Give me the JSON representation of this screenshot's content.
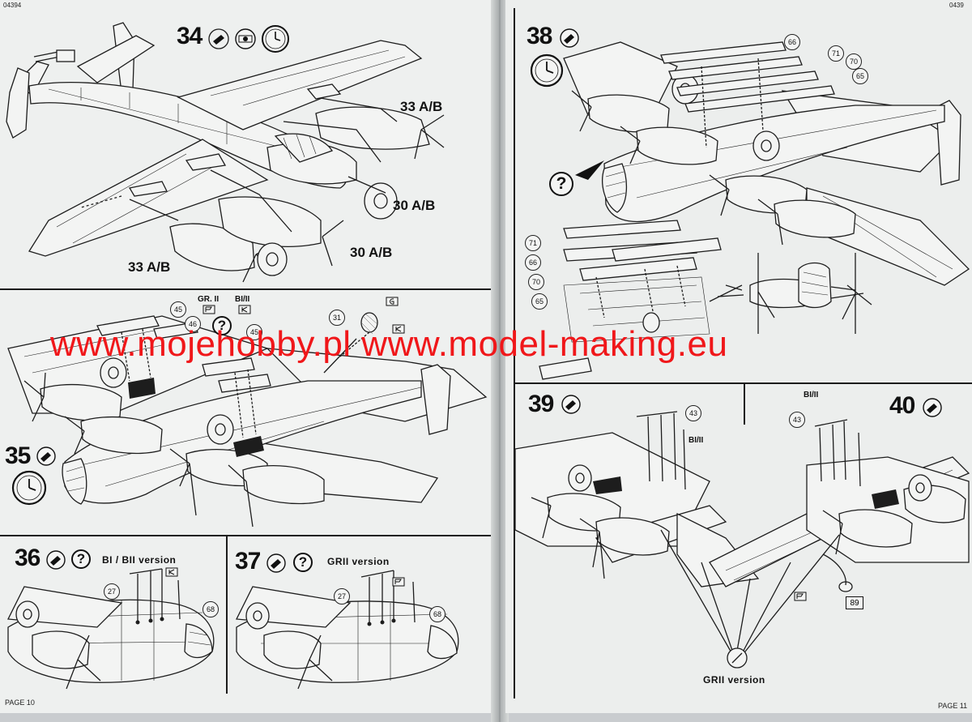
{
  "header": {
    "catalog_number": "04394",
    "catalog_number_right": "0439"
  },
  "pages": {
    "left_label": "PAGE 10",
    "right_label": "PAGE 11"
  },
  "watermark": {
    "text": "www.mojehobby.pl www.model-making.eu",
    "color": "#f0171a"
  },
  "steps": {
    "s34": {
      "number": "34",
      "labels": [
        "33 A/B",
        "30 A/B",
        "30 A/B",
        "33 A/B"
      ]
    },
    "s35": {
      "number": "35",
      "tags": [
        "GR. II",
        "BI/II"
      ],
      "callouts": [
        "45",
        "46",
        "45",
        "31"
      ]
    },
    "s36": {
      "number": "36",
      "version": "BI / BII version",
      "callouts": [
        "27",
        "68"
      ]
    },
    "s37": {
      "number": "37",
      "version": "GRII version",
      "callouts": [
        "27",
        "68"
      ]
    },
    "s38": {
      "number": "38",
      "callouts": [
        "66",
        "71",
        "70",
        "65",
        "71",
        "66",
        "70",
        "65"
      ]
    },
    "s39": {
      "number": "39",
      "tag": "BI/II",
      "callouts": [
        "43"
      ]
    },
    "s40": {
      "number": "40",
      "tag": "BI/II",
      "callouts": [
        "43"
      ],
      "part_box": "89",
      "version": "GRII version"
    }
  },
  "colors": {
    "line": "#1d1d1d",
    "paper": "#eef0ef",
    "background": "#c9cccf"
  },
  "icons": [
    "glue-tube-icon",
    "clock-icon",
    "question-mark-icon",
    "decal-flag-icon",
    "clamp-icon"
  ]
}
